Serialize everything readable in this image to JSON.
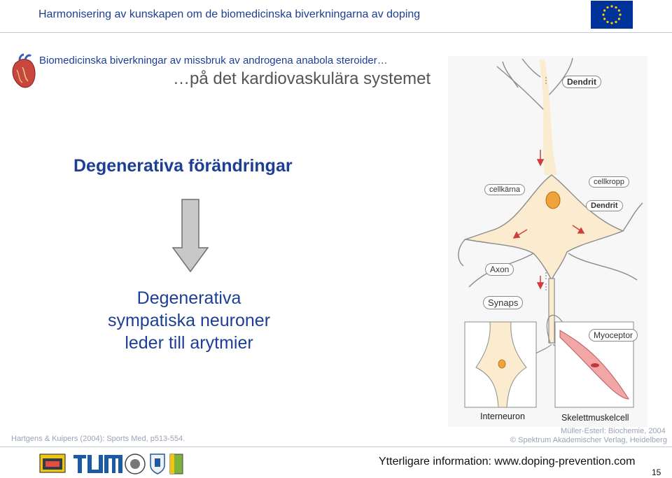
{
  "header": {
    "title": "Harmonisering av kunskapen om de biomedicinska biverkningarna av doping"
  },
  "slide": {
    "subtitle": "Biomedicinska biverkningar av missbruk av androgena anabola steroider…",
    "section": "…på det kardiovaskulära systemet",
    "degen_title": "Degenerativa förändringar",
    "body_lines": [
      "Degenerativa",
      "sympatiska neuroner",
      "leder till arytmier"
    ]
  },
  "figure": {
    "labels": {
      "dendrit_top": "Dendrit",
      "cellkarna": "cellkärna",
      "cellkropp": "cellkropp",
      "dendrit_mid": "Dendrit",
      "axon": "Axon",
      "synaps": "Synaps",
      "myoceptor": "Myoceptor",
      "interneuron": "Interneuron",
      "skelettmuskelcell": "Skelettmuskelcell"
    }
  },
  "references": {
    "left": "Hartgens & Kuipers (2004): Sports Med, p513-554.",
    "credit_line1": "Müller-Esterl: Biochemie, 2004",
    "credit_line2": "© Spektrum Akademischer Verlag, Heidelberg"
  },
  "footer": {
    "info": "Ytterligare information: www.doping-prevention.com",
    "page": "15"
  },
  "colors": {
    "title_blue": "#1c3f94",
    "neuron_fill": "#fbeccf",
    "nucleus": "#f0a33a",
    "muscle": "#f2a6a6",
    "eu_blue": "#003399",
    "eu_star": "#ffcc00"
  },
  "icons": [
    "eu-flag-icon",
    "heart-icon",
    "down-arrow-icon",
    "partner-logos"
  ]
}
